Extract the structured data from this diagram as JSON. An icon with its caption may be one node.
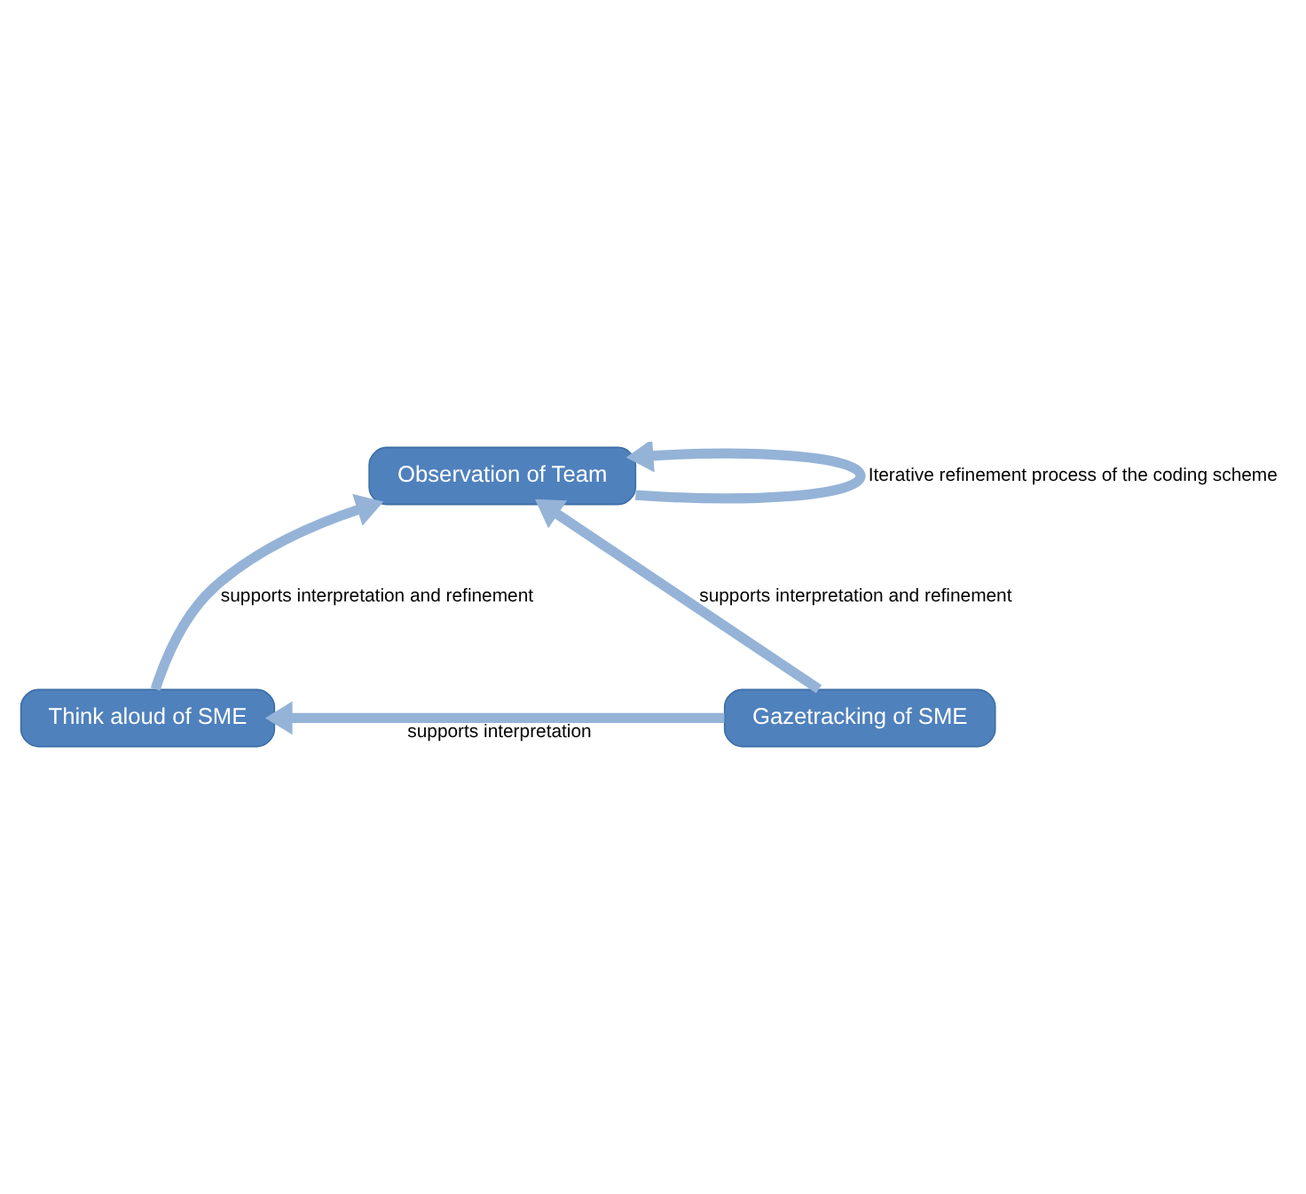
{
  "diagram": {
    "nodes": [
      {
        "text": [
          "Observation of Team"
        ]
      },
      {
        "text": [
          "Think aloud of SME"
        ]
      },
      {
        "text": [
          "Gazetracking of SME"
        ]
      }
    ],
    "edges": [
      {
        "from": 0,
        "to": 0,
        "arrow": "to",
        "label": "Iterative refinement process of the coding scheme"
      },
      {
        "from": 1,
        "to": 0,
        "arrow": "to",
        "label": "supports interpretation and refinement"
      },
      {
        "from": 2,
        "to": 0,
        "arrow": "to",
        "label": "supports interpretation and refinement"
      },
      {
        "from": 2,
        "to": 1,
        "arrow": "to",
        "label": "supports interpretation"
      }
    ]
  }
}
